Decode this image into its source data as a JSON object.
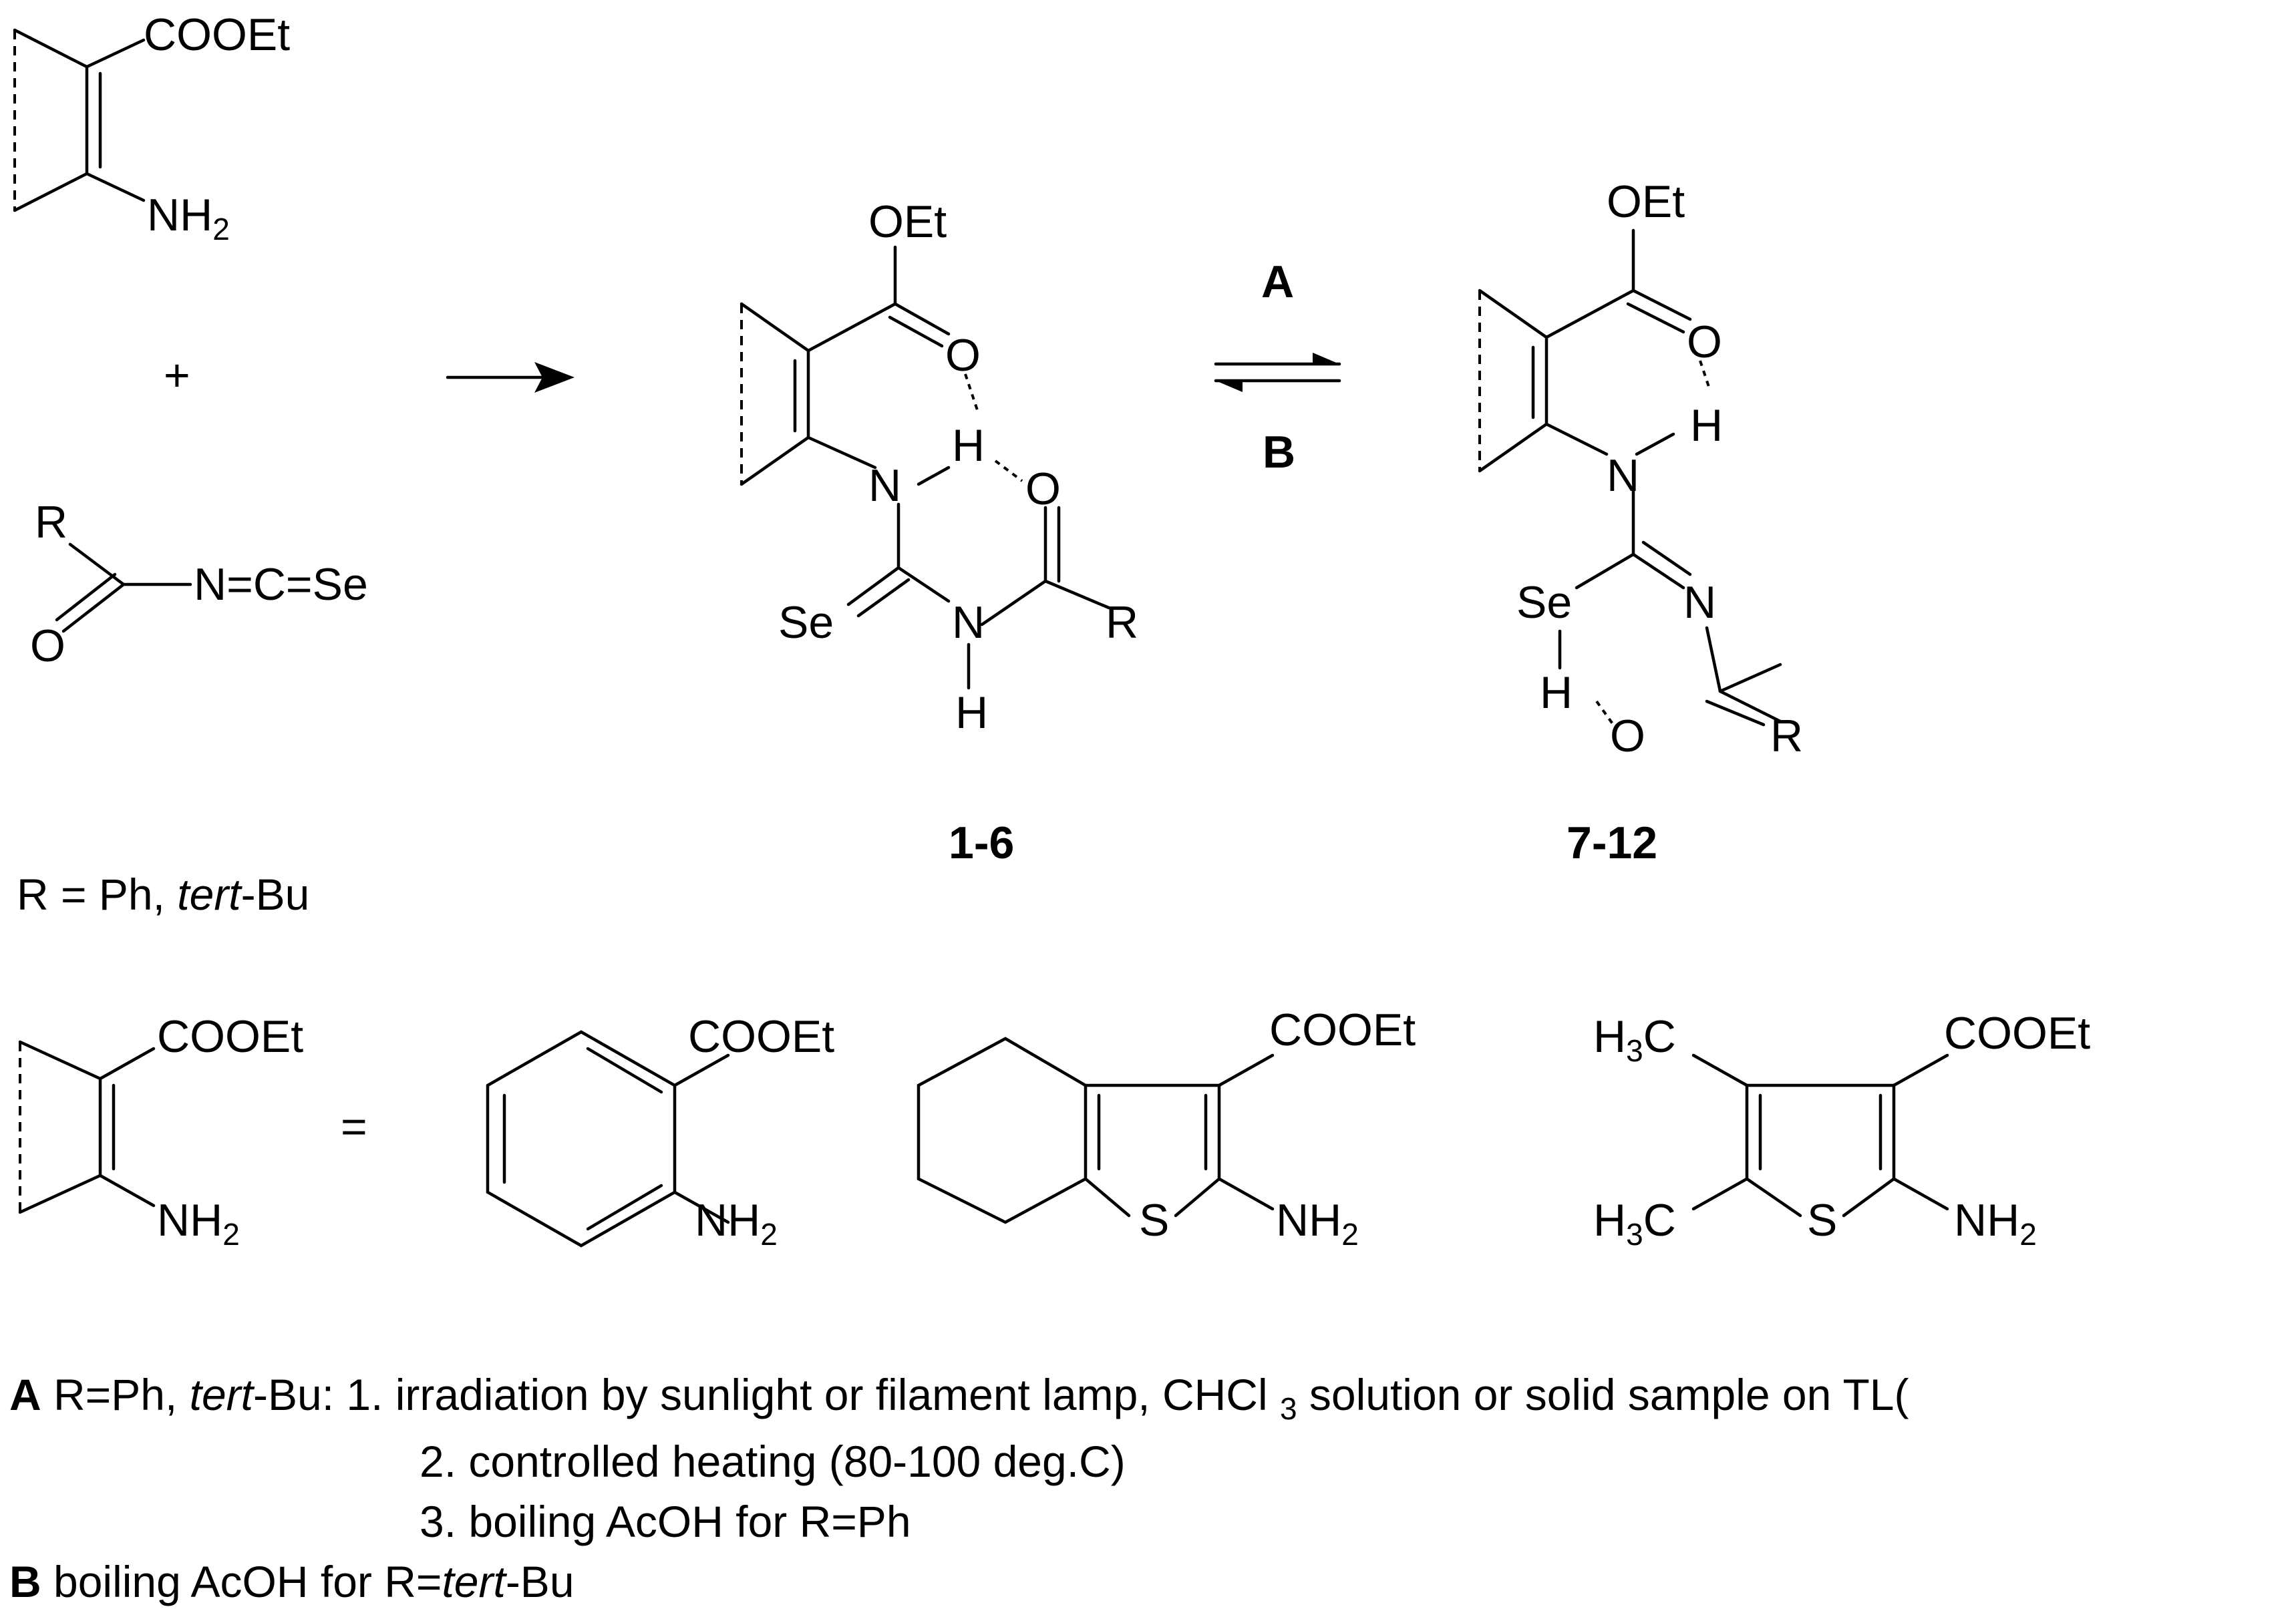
{
  "reactant1": {
    "ester": "COOEt",
    "amine_base": "NH",
    "amine_sub": "2"
  },
  "plus": "+",
  "reactant2": {
    "r": "R",
    "o": "O",
    "chain": "N=C=Se"
  },
  "r_def": {
    "prefix": "R = Ph, ",
    "italic": "tert",
    "suffix": "-Bu"
  },
  "product1": {
    "oet": "OEt",
    "o1": "O",
    "h1": "H",
    "n1": "N",
    "o2": "O",
    "se": "Se",
    "n2": "N",
    "r": "R",
    "h2": "H",
    "label": "1-6"
  },
  "equilibrium": {
    "forward": "A",
    "reverse": "B"
  },
  "product2": {
    "oet": "OEt",
    "o1": "O",
    "h1": "H",
    "n1": "N",
    "se": "Se",
    "n2": "N",
    "h2": "H",
    "o2": "O",
    "r": "R",
    "label": "7-12"
  },
  "legend": {
    "generic": {
      "ester": "COOEt",
      "amine_base": "NH",
      "amine_sub": "2"
    },
    "equals": "=",
    "benzene": {
      "ester": "COOEt",
      "amine_base": "NH",
      "amine_sub": "2"
    },
    "tetrahydro": {
      "ester": "COOEt",
      "s": "S",
      "amine_base": "NH",
      "amine_sub": "2"
    },
    "dimethyl": {
      "ester": "COOEt",
      "me_h": "H",
      "me_sub": "3",
      "me_c": "C",
      "s": "S",
      "amine_base": "NH",
      "amine_sub": "2"
    }
  },
  "conditions": {
    "a_label": "A",
    "a_prefix": " R=Ph, ",
    "a_italic": "tert",
    "a_mid": "-Bu: ",
    "a_step1_pre": "1. irradiation by sunlight or filament lamp, CHCl ",
    "a_step1_sub": "3",
    "a_step1_post": " solution or solid sample on TL(",
    "a_step2": "2. controlled heating (80-100 deg.C)",
    "a_step3": "3. boiling AcOH for R=Ph",
    "b_label": "B",
    "b_prefix": " boiling AcOH for R=",
    "b_italic": "tert",
    "b_suffix": "-Bu"
  }
}
